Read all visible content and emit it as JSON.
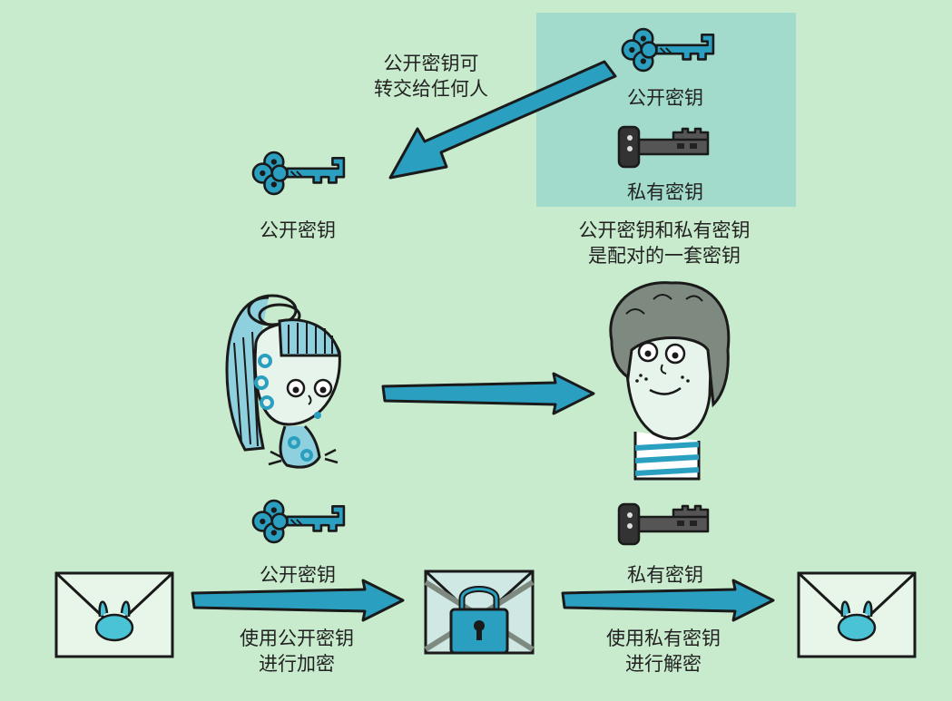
{
  "keybox": {
    "public_label": "公开密钥",
    "private_label": "私有密钥"
  },
  "transfer_note": {
    "line1": "公开密钥可",
    "line2": "转交给任何人"
  },
  "received_key_label": "公开密钥",
  "pair_note": {
    "line1": "公开密钥和私有密钥",
    "line2": "是配对的一套密钥"
  },
  "encrypt": {
    "key_label": "公开密钥",
    "line1": "使用公开密钥",
    "line2": "进行加密"
  },
  "decrypt": {
    "key_label": "私有密钥",
    "line1": "使用私有密钥",
    "line2": "进行解密"
  },
  "colors": {
    "background": "#c8ebcd",
    "highlight_box": "#a2dacb",
    "accent": "#2a9fc0",
    "private_key": "#4a4a4a"
  },
  "icons": [
    "public-key-icon",
    "private-key-icon",
    "envelope-icon",
    "locked-envelope-icon",
    "woman-icon",
    "man-icon",
    "arrow-icon"
  ]
}
